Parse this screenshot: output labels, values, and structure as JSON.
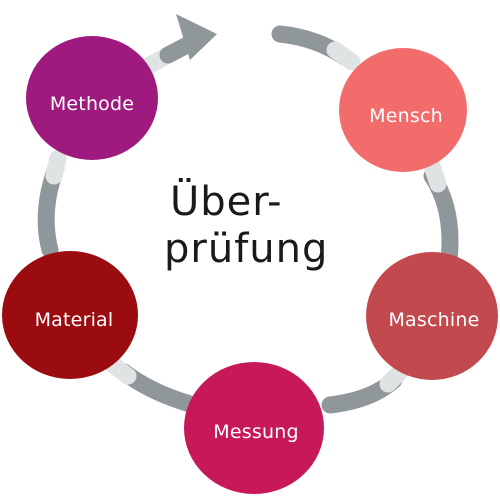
{
  "center": {
    "line1": "Über-",
    "line2": "prüfung"
  },
  "nodes": [
    {
      "id": "methode",
      "label": "Methode",
      "color": "#9e1a7e"
    },
    {
      "id": "mensch",
      "label": "Mensch",
      "color": "#f26c6c"
    },
    {
      "id": "maschine",
      "label": "Maschine",
      "color": "#c24a4f"
    },
    {
      "id": "messung",
      "label": "Messung",
      "color": "#c7195a"
    },
    {
      "id": "material",
      "label": "Material",
      "color": "#9b0c10"
    }
  ],
  "colors": {
    "arrow": "#8f979a",
    "arrow_light": "#dfe3e4",
    "text_dark": "#1a1a1a"
  }
}
